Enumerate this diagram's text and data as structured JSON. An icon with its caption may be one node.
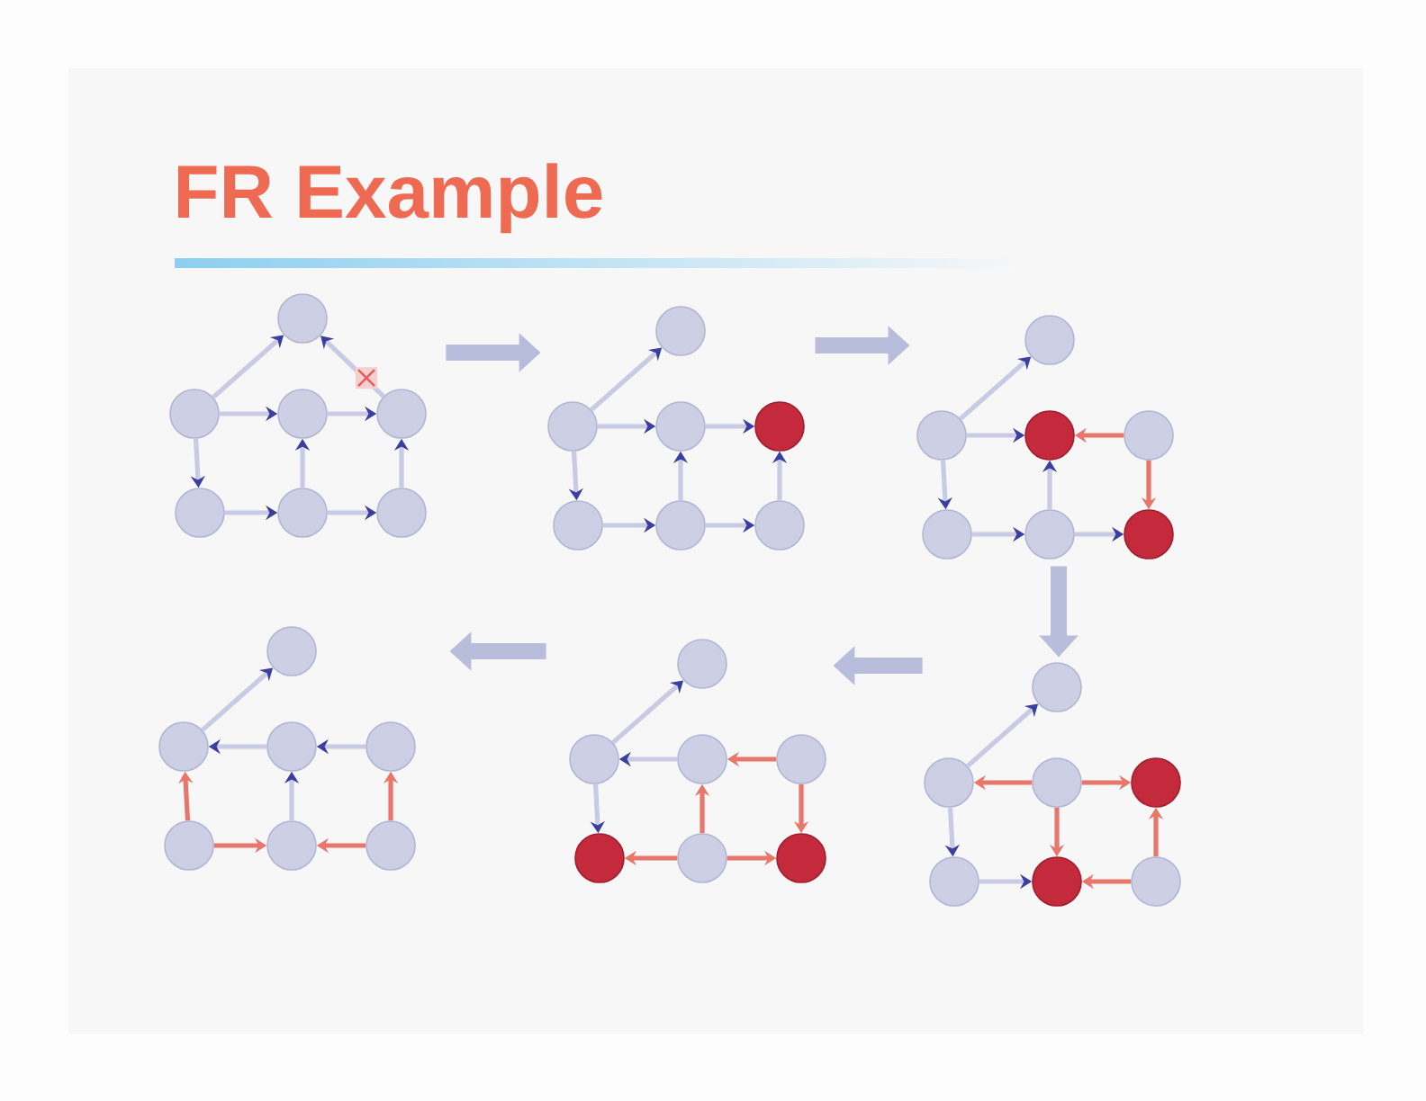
{
  "diagram": {
    "title": "FR Example",
    "nodes": [
      {
        "text": [],
        "shape": "picture"
      },
      {
        "text": [],
        "shape": "circle",
        "in": 0
      },
      {
        "text": [],
        "shape": "circle",
        "in": 0
      },
      {
        "text": [],
        "shape": "circle",
        "in": 0
      },
      {
        "text": [],
        "shape": "circle",
        "in": 0
      },
      {
        "text": [],
        "shape": "circle",
        "in": 0
      },
      {
        "text": [],
        "shape": "circle",
        "in": 0
      },
      {
        "text": [],
        "shape": "circle",
        "in": 0
      },
      {
        "text": [],
        "shape": "picture"
      },
      {
        "text": [],
        "shape": "circle",
        "in": 8
      },
      {
        "text": [],
        "shape": "circle",
        "in": 8
      },
      {
        "text": [],
        "shape": "circle",
        "in": 8
      },
      {
        "text": [],
        "shape": "circle",
        "in": 8
      },
      {
        "text": [],
        "shape": "circle",
        "in": 8
      },
      {
        "text": [],
        "shape": "circle",
        "in": 8
      },
      {
        "text": [],
        "shape": "circle",
        "in": 8
      },
      {
        "text": [],
        "shape": "picture"
      },
      {
        "text": [],
        "shape": "circle",
        "in": 16
      },
      {
        "text": [],
        "shape": "circle",
        "in": 16
      },
      {
        "text": [],
        "shape": "circle",
        "in": 16
      },
      {
        "text": [],
        "shape": "circle",
        "in": 16
      },
      {
        "text": [],
        "shape": "circle",
        "in": 16
      },
      {
        "text": [],
        "shape": "circle",
        "in": 16
      },
      {
        "text": [],
        "shape": "circle",
        "in": 16
      },
      {
        "text": [],
        "shape": "picture"
      },
      {
        "text": [],
        "shape": "circle",
        "in": 24
      },
      {
        "text": [],
        "shape": "circle",
        "in": 24
      },
      {
        "text": [],
        "shape": "circle",
        "in": 24
      },
      {
        "text": [],
        "shape": "circle",
        "in": 24
      },
      {
        "text": [],
        "shape": "circle",
        "in": 24
      },
      {
        "text": [],
        "shape": "circle",
        "in": 24
      },
      {
        "text": [],
        "shape": "circle",
        "in": 24
      },
      {
        "text": [],
        "shape": "picture"
      },
      {
        "text": [],
        "shape": "circle",
        "in": 32
      },
      {
        "text": [],
        "shape": "circle",
        "in": 32
      },
      {
        "text": [],
        "shape": "circle",
        "in": 32
      },
      {
        "text": [],
        "shape": "circle",
        "in": 32
      },
      {
        "text": [],
        "shape": "circle",
        "in": 32
      },
      {
        "text": [],
        "shape": "circle",
        "in": 32
      },
      {
        "text": [],
        "shape": "circle",
        "in": 32
      },
      {
        "text": [],
        "shape": "picture"
      },
      {
        "text": [],
        "shape": "circle",
        "in": 40
      },
      {
        "text": [],
        "shape": "circle",
        "in": 40
      },
      {
        "text": [],
        "shape": "circle",
        "in": 40
      },
      {
        "text": [],
        "shape": "circle",
        "in": 40
      },
      {
        "text": [],
        "shape": "circle",
        "in": 40
      },
      {
        "text": [],
        "shape": "circle",
        "in": 40
      },
      {
        "text": [],
        "shape": "circle",
        "in": 40
      }
    ],
    "edges": [
      {
        "from": 2,
        "to": 1,
        "arrow": "to"
      },
      {
        "from": 4,
        "to": 1,
        "arrow": "to"
      },
      {
        "from": 2,
        "to": 3,
        "arrow": "to"
      },
      {
        "from": 3,
        "to": 4,
        "arrow": "to"
      },
      {
        "from": 6,
        "to": 3,
        "arrow": "to"
      },
      {
        "from": 7,
        "to": 4,
        "arrow": "to"
      },
      {
        "from": 2,
        "to": 5,
        "arrow": "to"
      },
      {
        "from": 5,
        "to": 6,
        "arrow": "to"
      },
      {
        "from": 6,
        "to": 7,
        "arrow": "to"
      },
      {
        "from": 10,
        "to": 9,
        "arrow": "to"
      },
      {
        "from": 10,
        "to": 11,
        "arrow": "to"
      },
      {
        "from": 11,
        "to": 12,
        "arrow": "to"
      },
      {
        "from": 14,
        "to": 11,
        "arrow": "to"
      },
      {
        "from": 15,
        "to": 12,
        "arrow": "to"
      },
      {
        "from": 10,
        "to": 13,
        "arrow": "to"
      },
      {
        "from": 13,
        "to": 14,
        "arrow": "to"
      },
      {
        "from": 14,
        "to": 15,
        "arrow": "to"
      },
      {
        "from": 18,
        "to": 17,
        "arrow": "to"
      },
      {
        "from": 18,
        "to": 19,
        "arrow": "to"
      },
      {
        "from": 20,
        "to": 19,
        "arrow": "to",
        "color": "#e8766a"
      },
      {
        "from": 22,
        "to": 19,
        "arrow": "to"
      },
      {
        "from": 20,
        "to": 23,
        "arrow": "to",
        "color": "#e8766a"
      },
      {
        "from": 18,
        "to": 21,
        "arrow": "to"
      },
      {
        "from": 21,
        "to": 22,
        "arrow": "to"
      },
      {
        "from": 22,
        "to": 23,
        "arrow": "to"
      },
      {
        "from": 26,
        "to": 25,
        "arrow": "to"
      },
      {
        "from": 27,
        "to": 26,
        "arrow": "to",
        "color": "#e8766a"
      },
      {
        "from": 27,
        "to": 28,
        "arrow": "to",
        "color": "#e8766a"
      },
      {
        "from": 27,
        "to": 30,
        "arrow": "to",
        "color": "#e8766a"
      },
      {
        "from": 31,
        "to": 28,
        "arrow": "to",
        "color": "#e8766a"
      },
      {
        "from": 26,
        "to": 29,
        "arrow": "to"
      },
      {
        "from": 29,
        "to": 30,
        "arrow": "to"
      },
      {
        "from": 31,
        "to": 30,
        "arrow": "to",
        "color": "#e8766a"
      },
      {
        "from": 34,
        "to": 33,
        "arrow": "to"
      },
      {
        "from": 35,
        "to": 34,
        "arrow": "to"
      },
      {
        "from": 36,
        "to": 35,
        "arrow": "to",
        "color": "#e8766a"
      },
      {
        "from": 38,
        "to": 35,
        "arrow": "to",
        "color": "#e8766a"
      },
      {
        "from": 36,
        "to": 39,
        "arrow": "to",
        "color": "#e8766a"
      },
      {
        "from": 34,
        "to": 37,
        "arrow": "to"
      },
      {
        "from": 38,
        "to": 37,
        "arrow": "to",
        "color": "#e8766a"
      },
      {
        "from": 38,
        "to": 39,
        "arrow": "to",
        "color": "#e8766a"
      },
      {
        "from": 42,
        "to": 41,
        "arrow": "to"
      },
      {
        "from": 43,
        "to": 42,
        "arrow": "to"
      },
      {
        "from": 44,
        "to": 43,
        "arrow": "to"
      },
      {
        "from": 46,
        "to": 43,
        "arrow": "to"
      },
      {
        "from": 47,
        "to": 44,
        "arrow": "to",
        "color": "#e8766a"
      },
      {
        "from": 45,
        "to": 42,
        "arrow": "to",
        "color": "#e8766a"
      },
      {
        "from": 45,
        "to": 46,
        "arrow": "to",
        "color": "#e8766a"
      },
      {
        "from": 47,
        "to": 46,
        "arrow": "to",
        "color": "#e8766a"
      },
      {
        "from": 0,
        "to": 8,
        "arrow": "to",
        "style": "thick",
        "color": "#b9bddc"
      },
      {
        "from": 8,
        "to": 16,
        "arrow": "to",
        "style": "thick",
        "color": "#b9bddc"
      },
      {
        "from": 16,
        "to": 24,
        "arrow": "to",
        "style": "thick",
        "color": "#b9bddc"
      },
      {
        "from": 24,
        "to": 32,
        "arrow": "to",
        "style": "thick",
        "color": "#b9bddc"
      },
      {
        "from": 32,
        "to": 40,
        "arrow": "to",
        "style": "thick",
        "color": "#b9bddc"
      }
    ]
  }
}
